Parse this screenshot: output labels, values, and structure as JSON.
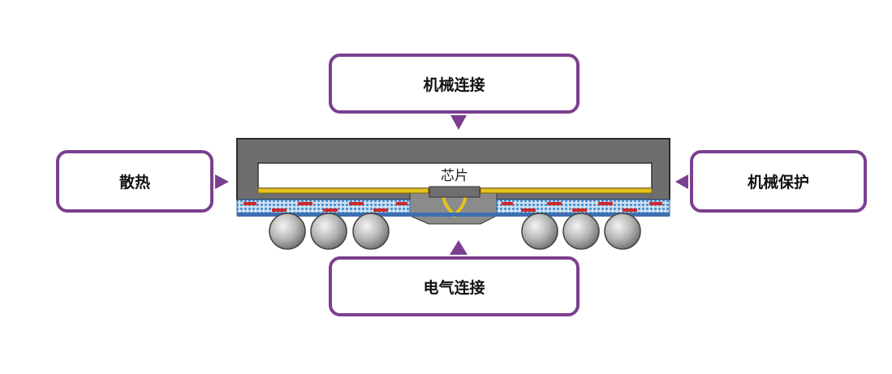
{
  "diagram": {
    "chip_label": "芯片",
    "callouts": {
      "top": "机械连接",
      "left": "散热",
      "right": "机械保护",
      "bottom": "电气连接"
    },
    "colors": {
      "callout_border": "#7b3f8f",
      "mold": "#6e6e6e",
      "die": "#ffffff",
      "bump_gold": "#e6c21a",
      "substrate": "#6fa6d8",
      "pad_red": "#cc2b2b",
      "solder_ball": "#b8b8b8"
    }
  }
}
